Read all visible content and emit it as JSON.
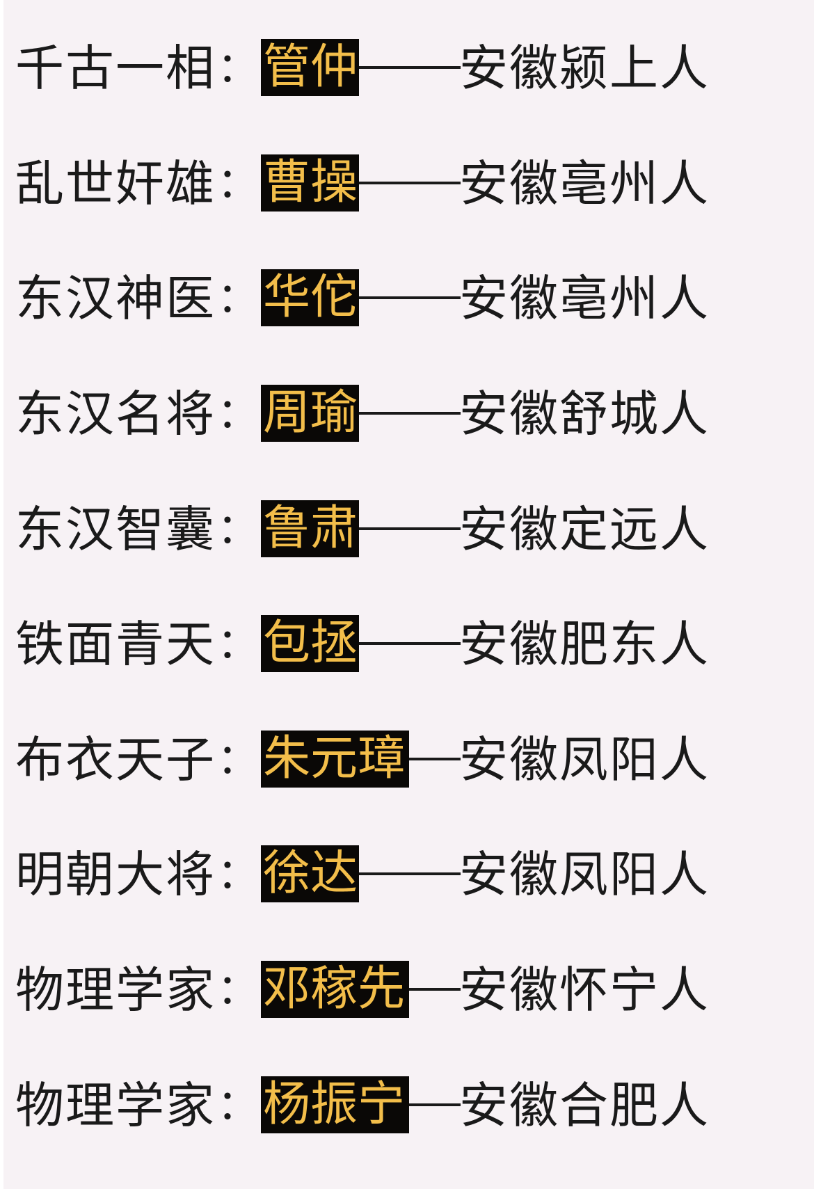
{
  "colors": {
    "background": "#f7f2f5",
    "text": "#1a1a1a",
    "name_box_bg": "#0a0806",
    "name_text": "#f3be4a"
  },
  "separator": "：",
  "entries": [
    {
      "title": "千古一相",
      "name": "管仲",
      "origin": "安徽颍上人"
    },
    {
      "title": "乱世奸雄",
      "name": "曹操",
      "origin": "安徽亳州人"
    },
    {
      "title": "东汉神医",
      "name": "华佗",
      "origin": "安徽亳州人"
    },
    {
      "title": "东汉名将",
      "name": "周瑜",
      "origin": "安徽舒城人"
    },
    {
      "title": "东汉智囊",
      "name": "鲁肃",
      "origin": "安徽定远人"
    },
    {
      "title": "铁面青天",
      "name": "包拯",
      "origin": "安徽肥东人"
    },
    {
      "title": "布衣天子",
      "name": "朱元璋",
      "origin": "安徽凤阳人"
    },
    {
      "title": "明朝大将",
      "name": "徐达",
      "origin": "安徽凤阳人"
    },
    {
      "title": "物理学家",
      "name": "邓稼先",
      "origin": "安徽怀宁人"
    },
    {
      "title": "物理学家",
      "name": "杨振宁",
      "origin": "安徽合肥人"
    }
  ]
}
